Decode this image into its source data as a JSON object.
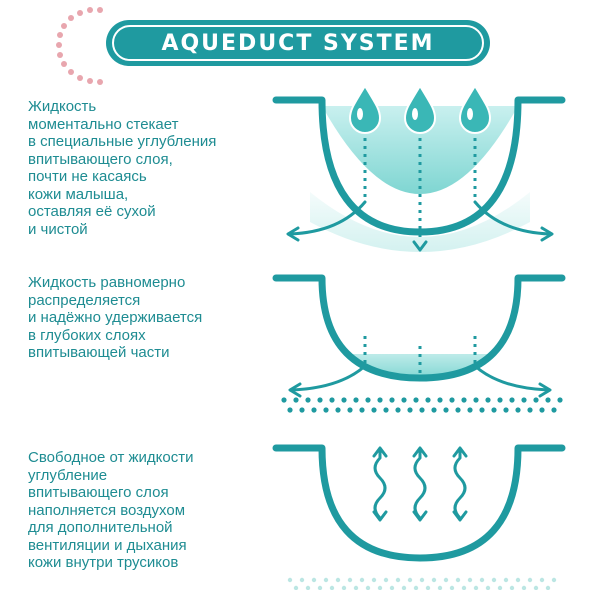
{
  "header": {
    "title": "AQUEDUCT SYSTEM"
  },
  "sections": [
    {
      "text": "Жидкость\nмоментально стекает\nв специальные углубления\nвпитывающего слоя,\nпочти не касаясь\nкожи малыша,\nоставляя её сухой\nи чистой"
    },
    {
      "text": "Жидкость равномерно\nраспределяется\nи надёжно удерживается\nв глубоких слоях\nвпитывающей части"
    },
    {
      "text": "Свободное от жидкости\nуглубление\nвпитывающего слоя\nнаполняется воздухом\nдля дополнительной\nвентиляции и дыхания\nкожи внутри трусиков"
    }
  ],
  "colors": {
    "teal": "#1f9aa0",
    "text": "#1e8c92",
    "dots": "#e8a6ae"
  }
}
